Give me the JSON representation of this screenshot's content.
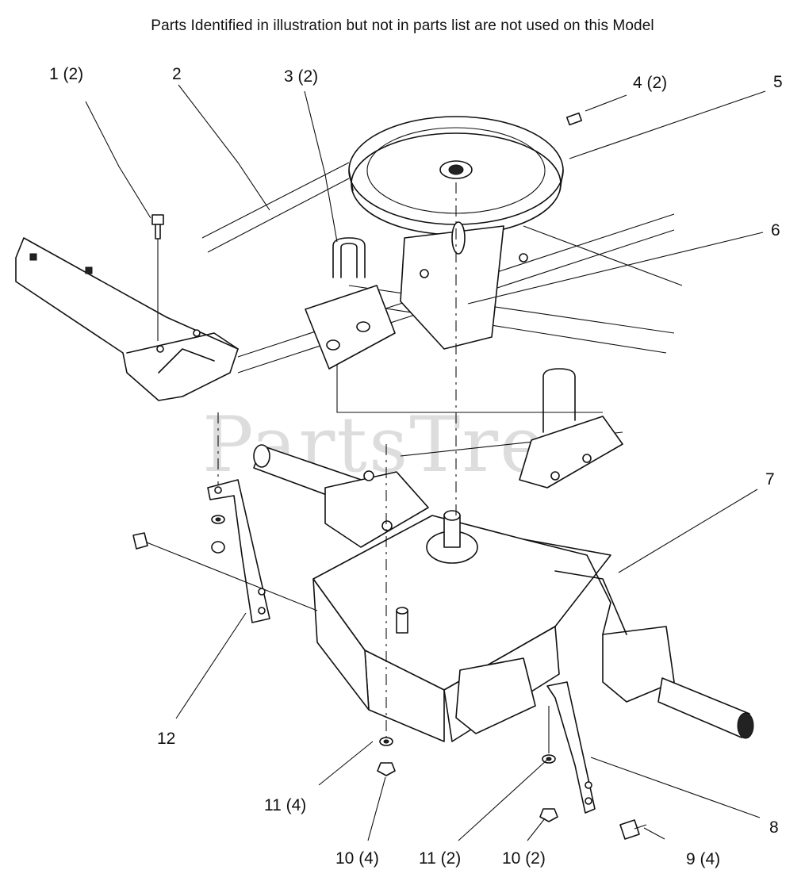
{
  "notice": "Parts Identified  in illustration but not in parts list are not used on this Model",
  "watermark": "PartsTree",
  "callouts": [
    {
      "id": "c1",
      "label": "1 (2)"
    },
    {
      "id": "c2",
      "label": "2"
    },
    {
      "id": "c3",
      "label": "3 (2)"
    },
    {
      "id": "c4",
      "label": "4 (2)"
    },
    {
      "id": "c5",
      "label": "5"
    },
    {
      "id": "c6",
      "label": "6"
    },
    {
      "id": "c7",
      "label": "7"
    },
    {
      "id": "c8",
      "label": "8"
    },
    {
      "id": "c9",
      "label": "9 (4)"
    },
    {
      "id": "c10a",
      "label": "10 (4)"
    },
    {
      "id": "c10b",
      "label": "10 (2)"
    },
    {
      "id": "c11a",
      "label": "11 (4)"
    },
    {
      "id": "c11b",
      "label": "11 (2)"
    },
    {
      "id": "c12",
      "label": "12"
    }
  ]
}
